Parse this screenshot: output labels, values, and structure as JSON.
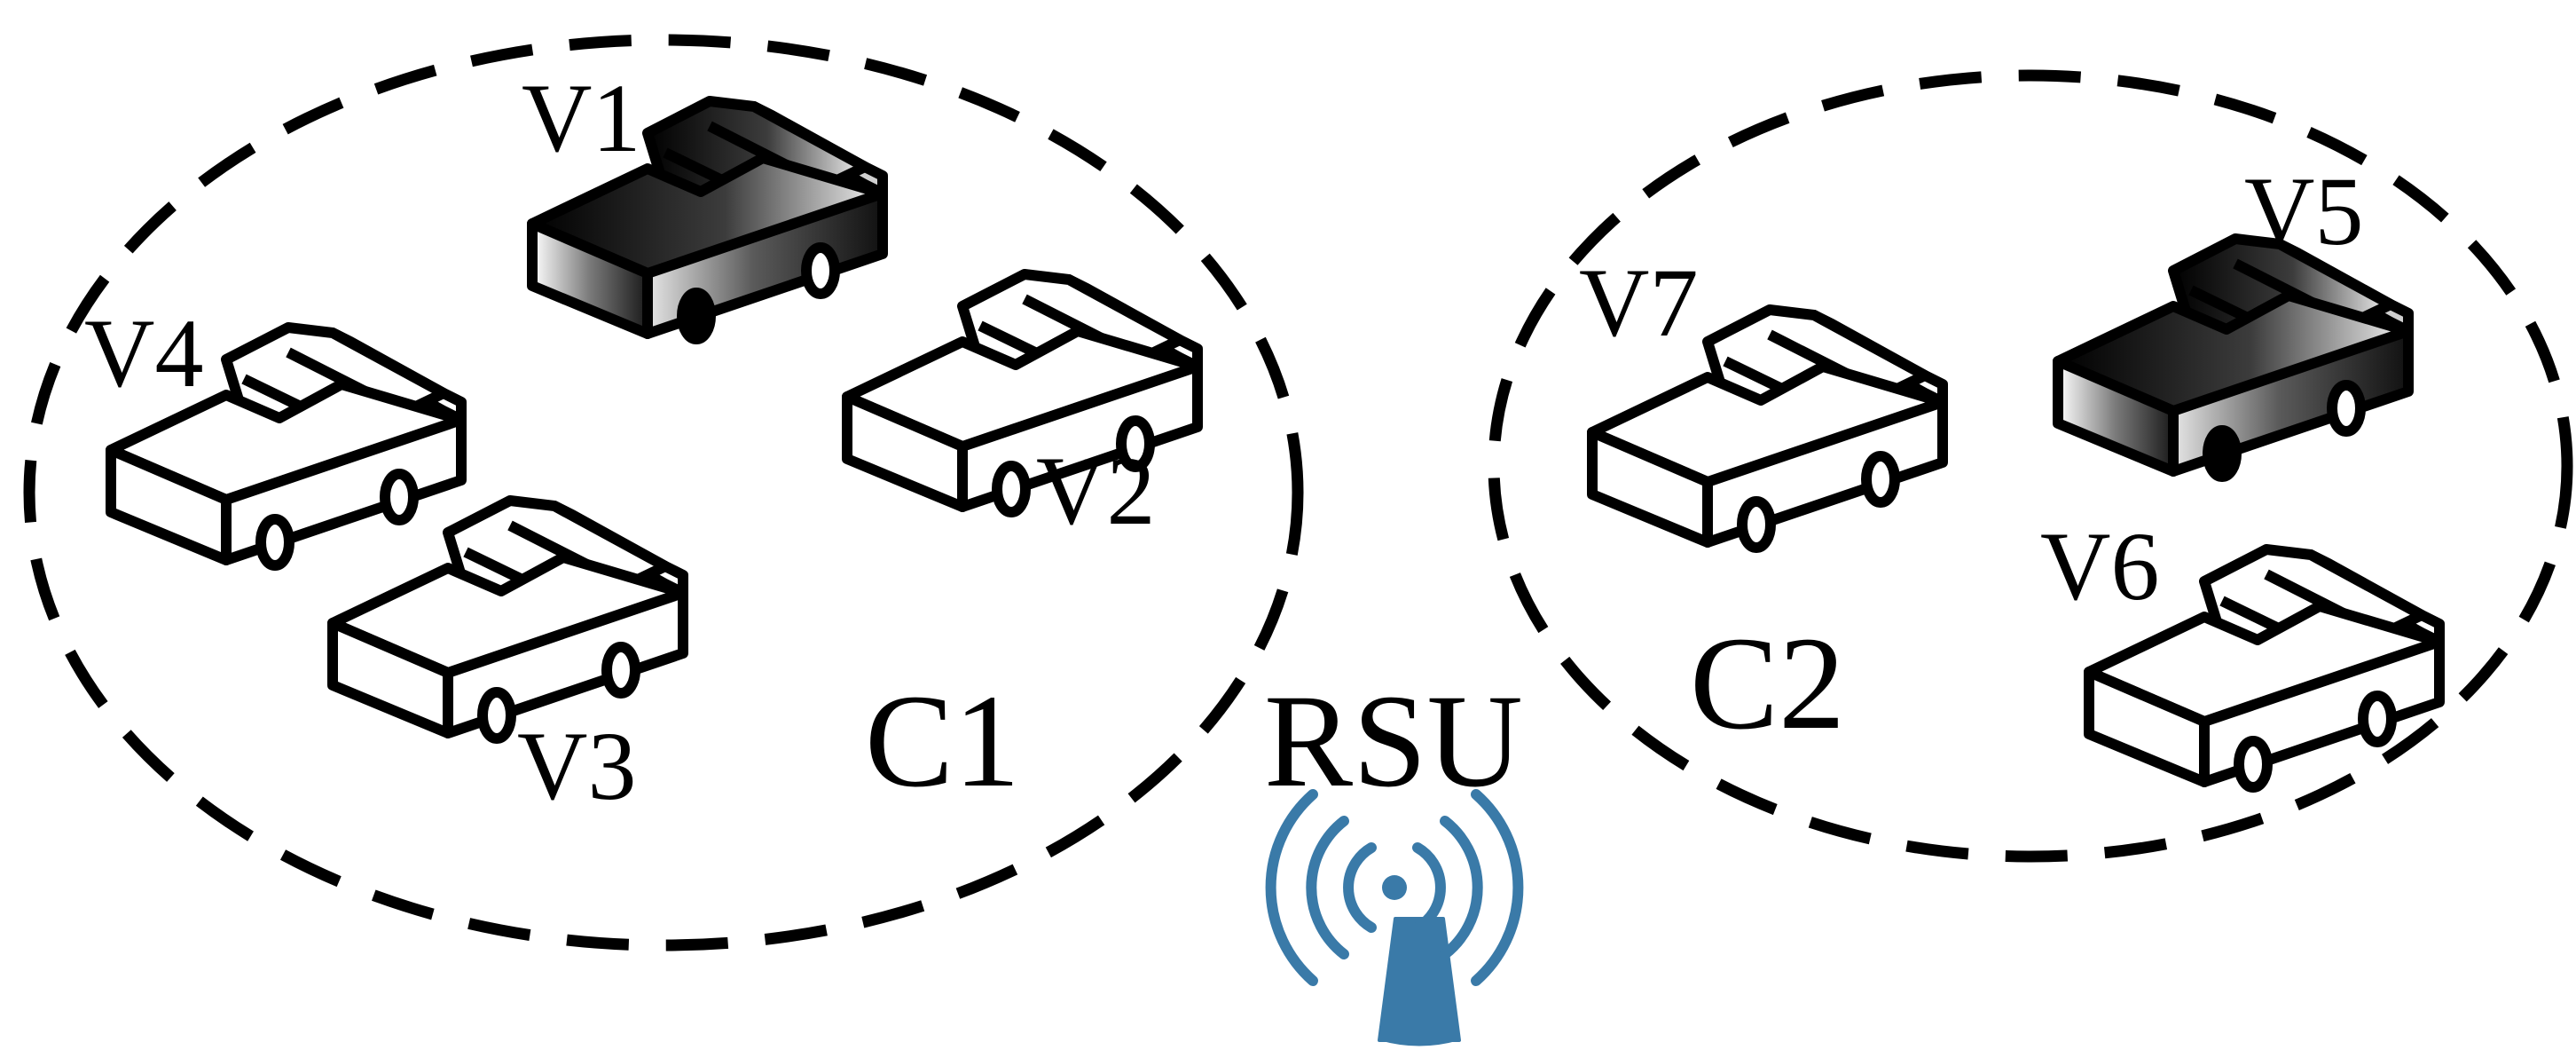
{
  "vehicles": [
    {
      "label": "V1",
      "style": "dark"
    },
    {
      "label": "V2",
      "style": "light"
    },
    {
      "label": "V3",
      "style": "light"
    },
    {
      "label": "V4",
      "style": "light"
    },
    {
      "label": "V5",
      "style": "dark"
    },
    {
      "label": "V6",
      "style": "light"
    },
    {
      "label": "V7",
      "style": "light"
    }
  ],
  "clusters": [
    {
      "label": "C1",
      "members": [
        "V1",
        "V2",
        "V3",
        "V4"
      ]
    },
    {
      "label": "C2",
      "members": [
        "V5",
        "V6",
        "V7"
      ]
    }
  ],
  "rsu": {
    "label": "RSU",
    "icon": "wireless-antenna-icon",
    "color": "#3a7aa8"
  },
  "colors": {
    "outline": "#000000",
    "dark_car_top": "#f2f2f2",
    "dark_car_bottom": "#000000",
    "light_car_fill": "#ffffff"
  }
}
